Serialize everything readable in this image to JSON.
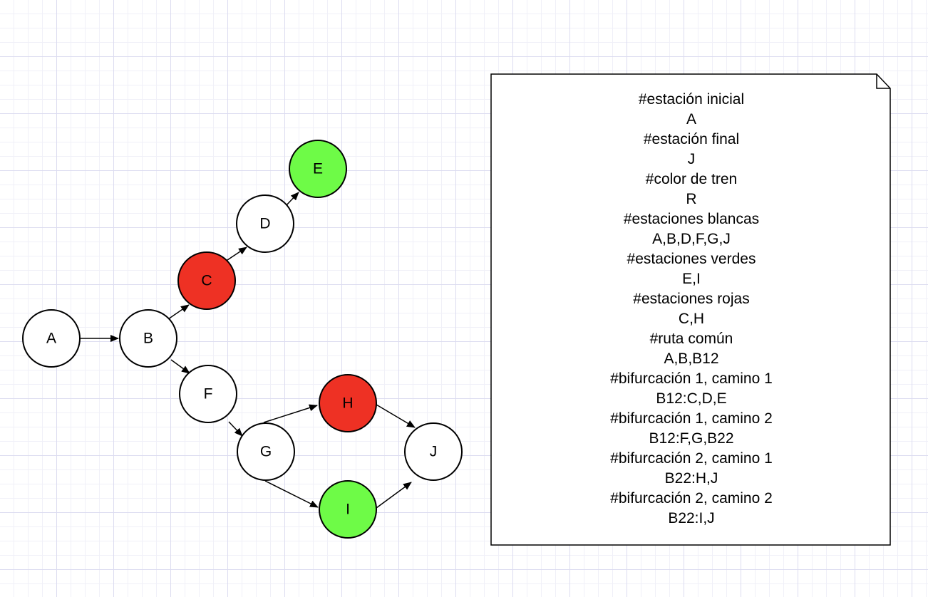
{
  "colors": {
    "white": "#ffffff",
    "red": "#ee3124",
    "green": "#6efb47",
    "stroke": "#000000"
  },
  "nodes": [
    {
      "id": "a",
      "label": "A",
      "color": "white"
    },
    {
      "id": "b",
      "label": "B",
      "color": "white"
    },
    {
      "id": "c",
      "label": "C",
      "color": "red"
    },
    {
      "id": "d",
      "label": "D",
      "color": "white"
    },
    {
      "id": "e",
      "label": "E",
      "color": "green"
    },
    {
      "id": "f",
      "label": "F",
      "color": "white"
    },
    {
      "id": "g",
      "label": "G",
      "color": "white"
    },
    {
      "id": "h",
      "label": "H",
      "color": "red"
    },
    {
      "id": "i",
      "label": "I",
      "color": "green"
    },
    {
      "id": "j",
      "label": "J",
      "color": "white"
    }
  ],
  "edges": [
    {
      "from": "A",
      "to": "B"
    },
    {
      "from": "B",
      "to": "C"
    },
    {
      "from": "C",
      "to": "D"
    },
    {
      "from": "D",
      "to": "E"
    },
    {
      "from": "B",
      "to": "F"
    },
    {
      "from": "F",
      "to": "G"
    },
    {
      "from": "G",
      "to": "H"
    },
    {
      "from": "G",
      "to": "I"
    },
    {
      "from": "H",
      "to": "J"
    },
    {
      "from": "I",
      "to": "J"
    }
  ],
  "note": {
    "lines": [
      "#estación inicial",
      "A",
      "#estación final",
      "J",
      "#color de tren",
      "R",
      "#estaciones blancas",
      "A,B,D,F,G,J",
      "#estaciones verdes",
      "E,I",
      "#estaciones rojas",
      "C,H",
      "#ruta común",
      "A,B,B12",
      "#bifurcación 1, camino 1",
      "B12:C,D,E",
      "#bifurcación 1, camino 2",
      "B12:F,G,B22",
      "#bifurcación 2, camino 1",
      "B22:H,J",
      "#bifurcación 2, camino 2",
      "B22:I,J"
    ]
  }
}
